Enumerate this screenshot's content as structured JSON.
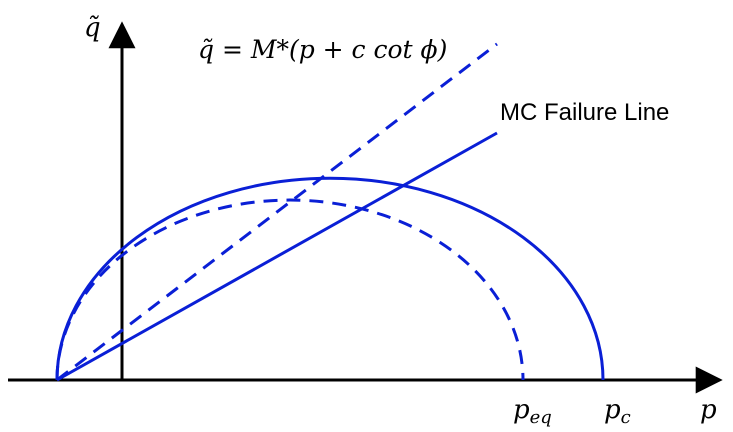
{
  "diagram": {
    "axis_y_label": "q̃",
    "axis_x_label": "p",
    "equation": "q̃ = M*(p + c cot ϕ)",
    "failure_line_label": "MC Failure Line",
    "p_eq_label": "p_eq",
    "p_c_label": "p_c",
    "colors": {
      "curve": "#0a1fd6",
      "axis": "#000000"
    },
    "curves": [
      {
        "name": "yield-ellipse-pc",
        "style": "solid"
      },
      {
        "name": "yield-ellipse-peq",
        "style": "dashed"
      },
      {
        "name": "mc-failure-line",
        "style": "solid"
      },
      {
        "name": "critical-state-line",
        "style": "dashed"
      }
    ]
  }
}
